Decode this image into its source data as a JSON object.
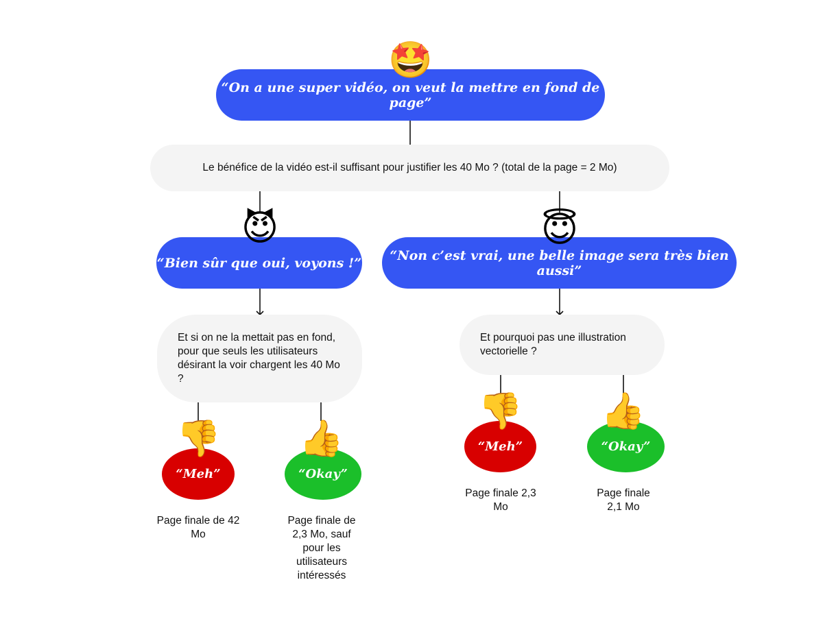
{
  "root": {
    "emoji": "🤩",
    "emoji_name": "star-struck-icon",
    "quote": "“On a une super vidéo, on veut la mettre en fond de page”"
  },
  "question": "Le bénéfice de la vidéo est-il suffisant pour justifier les 40 Mo ? (total de la page = 2 Mo)",
  "left": {
    "emoji": "😈",
    "emoji_name": "smiling-devil-icon",
    "quote": "“Bien sûr que oui, voyons !”",
    "question": "Et si on ne la mettait pas en fond, pour que seuls les utilisateurs désirant la voir chargent les 40 Mo ?",
    "bad": {
      "icon": "👎",
      "label": "“Meh”",
      "caption": "Page finale de 42 Mo"
    },
    "good": {
      "icon": "👍",
      "label": "“Okay”",
      "caption": "Page finale de 2,3 Mo, sauf pour les utilisateurs intéressés"
    }
  },
  "right": {
    "emoji": "😇",
    "emoji_name": "smiling-halo-icon",
    "quote": "“Non c’est vrai, une belle image sera très bien aussi”",
    "question": "Et pourquoi pas une illustration vectorielle ?",
    "bad": {
      "icon": "👎",
      "label": "“Meh”",
      "caption": "Page finale 2,3 Mo"
    },
    "good": {
      "icon": "👍",
      "label": "“Okay”",
      "caption": "Page finale 2,1 Mo"
    }
  },
  "colors": {
    "blue": "#3556f3",
    "grey": "#f4f4f4",
    "red": "#d80000",
    "green": "#1bbf2a"
  }
}
